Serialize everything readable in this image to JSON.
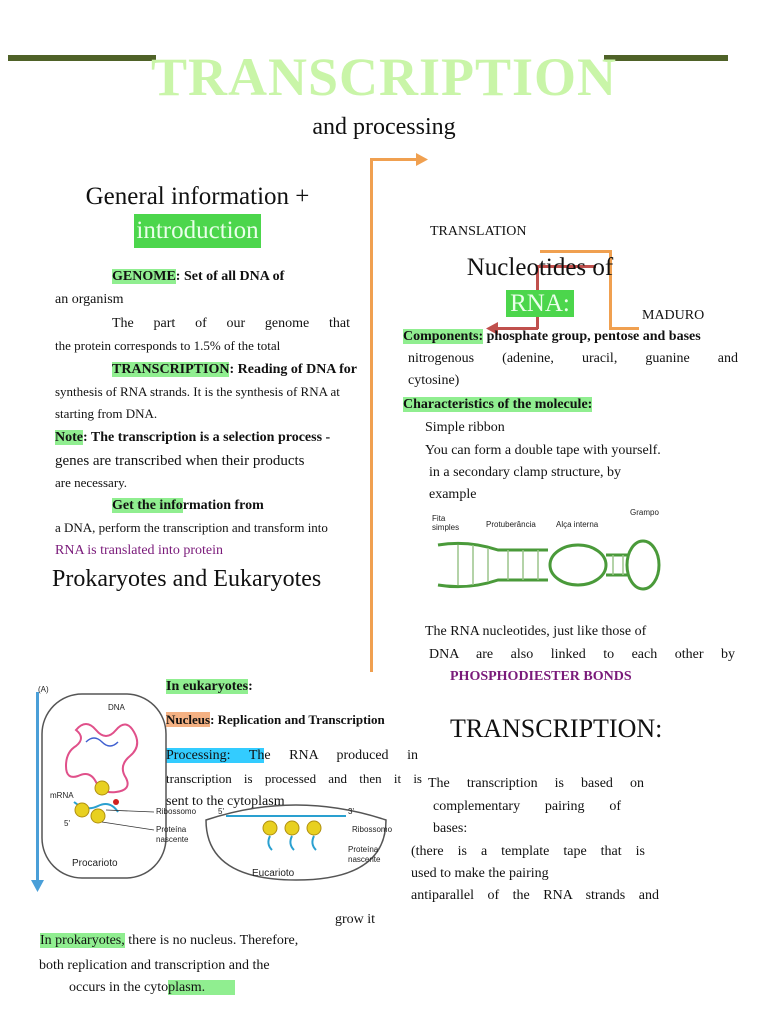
{
  "header": {
    "title": "TRANSCRIPTION",
    "subtitle": "and processing"
  },
  "left": {
    "heading_line1": "General information +",
    "heading_intro": "introduction",
    "b1_highlight": "GENOME",
    "b1_rest": ": Set of all DNA of",
    "b1_cont": "an organism",
    "b2_text": "The part of our genome that",
    "b2_cont": "the protein corresponds to 1.5% of the total",
    "b3_highlight": "TRANSCRIPTION",
    "b3_rest": ": Reading of DNA for",
    "b3_cont1": "synthesis of RNA strands. It is the synthesis of RNA at",
    "b3_cont2": "starting from DNA.",
    "note_label": "Note",
    "note_rest": ": The transcription is a selection process -",
    "note_cont1": "genes are transcribed when their products",
    "note_cont2": "are necessary.",
    "b4_highlight": "Get the info",
    "b4_rest": "rmation from",
    "b4_cont": "a DNA, perform the transcription and transform into",
    "b4_purple": "RNA is translated into protein",
    "prok_heading": "Prokaryotes and Eukaryotes"
  },
  "right": {
    "translation_label": "TRANSLATION",
    "nucleotides_line1": "Nucleotides of",
    "nucleotides_rna": "RNA:",
    "maduro": "MADURO",
    "components_label": "Components:",
    "components_rest": " phosphate group, pentose and bases",
    "components_cont1": "nitrogenous (adenine, uracil, guanine and",
    "components_cont2": "cytosine)",
    "char_label": "Characteristics of the molecule:",
    "sub1": "Simple ribbon",
    "sub2_line1": "You can form a double tape with yourself.",
    "sub2_line2": "in a secondary clamp structure, by",
    "sub2_line3": "example",
    "sub3_line1": "The RNA nucleotides, just like those of",
    "sub3_line2": "DNA are also linked to each other by",
    "phospho": "PHOSPHODIESTER BONDS",
    "transcription_heading": "TRANSCRIPTION:",
    "tr_line1": "The transcription is based on",
    "tr_line2": "complementary pairing of",
    "tr_line3": "bases:",
    "tr_line4": "(there is a template tape that is",
    "tr_line5": "used to make the pairing",
    "tr_line6": "antiparallel of the RNA strands and",
    "tr_line7": "grow it"
  },
  "eukaryotes": {
    "label": "In eukaryotes",
    "colon": ":",
    "nucleus_label": "Nucleus",
    "nucleus_rest": ": Replication and Transcription",
    "processing_label": "Processing: Th",
    "processing_rest": "e RNA produced in",
    "processing_cont1": "transcription is processed and then it is",
    "processing_cont2": "sent to the cytoplasm"
  },
  "prokaryotes": {
    "label": "In prokaryotes,",
    "rest": " there is no nucleus. Therefore,",
    "line2": "both replication and transcription and the",
    "line3_a": "occurs in the cyto",
    "line3_b": "plasm."
  },
  "figure_euk": {
    "panel": "(A)",
    "dna": "DNA",
    "mrna": "mRNA",
    "ribossomo": "Ribossomo",
    "proteina": "Proteína",
    "nascente": "nascente",
    "procariota": "Procarioto",
    "eucariota": "Eucarioto",
    "five_prime": "5'",
    "three_prime": "3'"
  },
  "figure_rna": {
    "fita": "Fita",
    "simples": "simples",
    "protuberancia": "Protuberância",
    "alca": "Alça interna",
    "grampo": "Grampo"
  },
  "glyph": {
    "bullet": ""
  },
  "colors": {
    "title": "#c9f5a8",
    "title_bar": "#4f6228",
    "highlight_green": "#90ee90",
    "highlight_bright": "#4cd64c",
    "highlight_orange": "#f4b183",
    "highlight_blue": "#33ccff",
    "purple": "#7a1a7a",
    "arrow_orange": "#f0a050",
    "arrow_red": "#c0504d"
  }
}
